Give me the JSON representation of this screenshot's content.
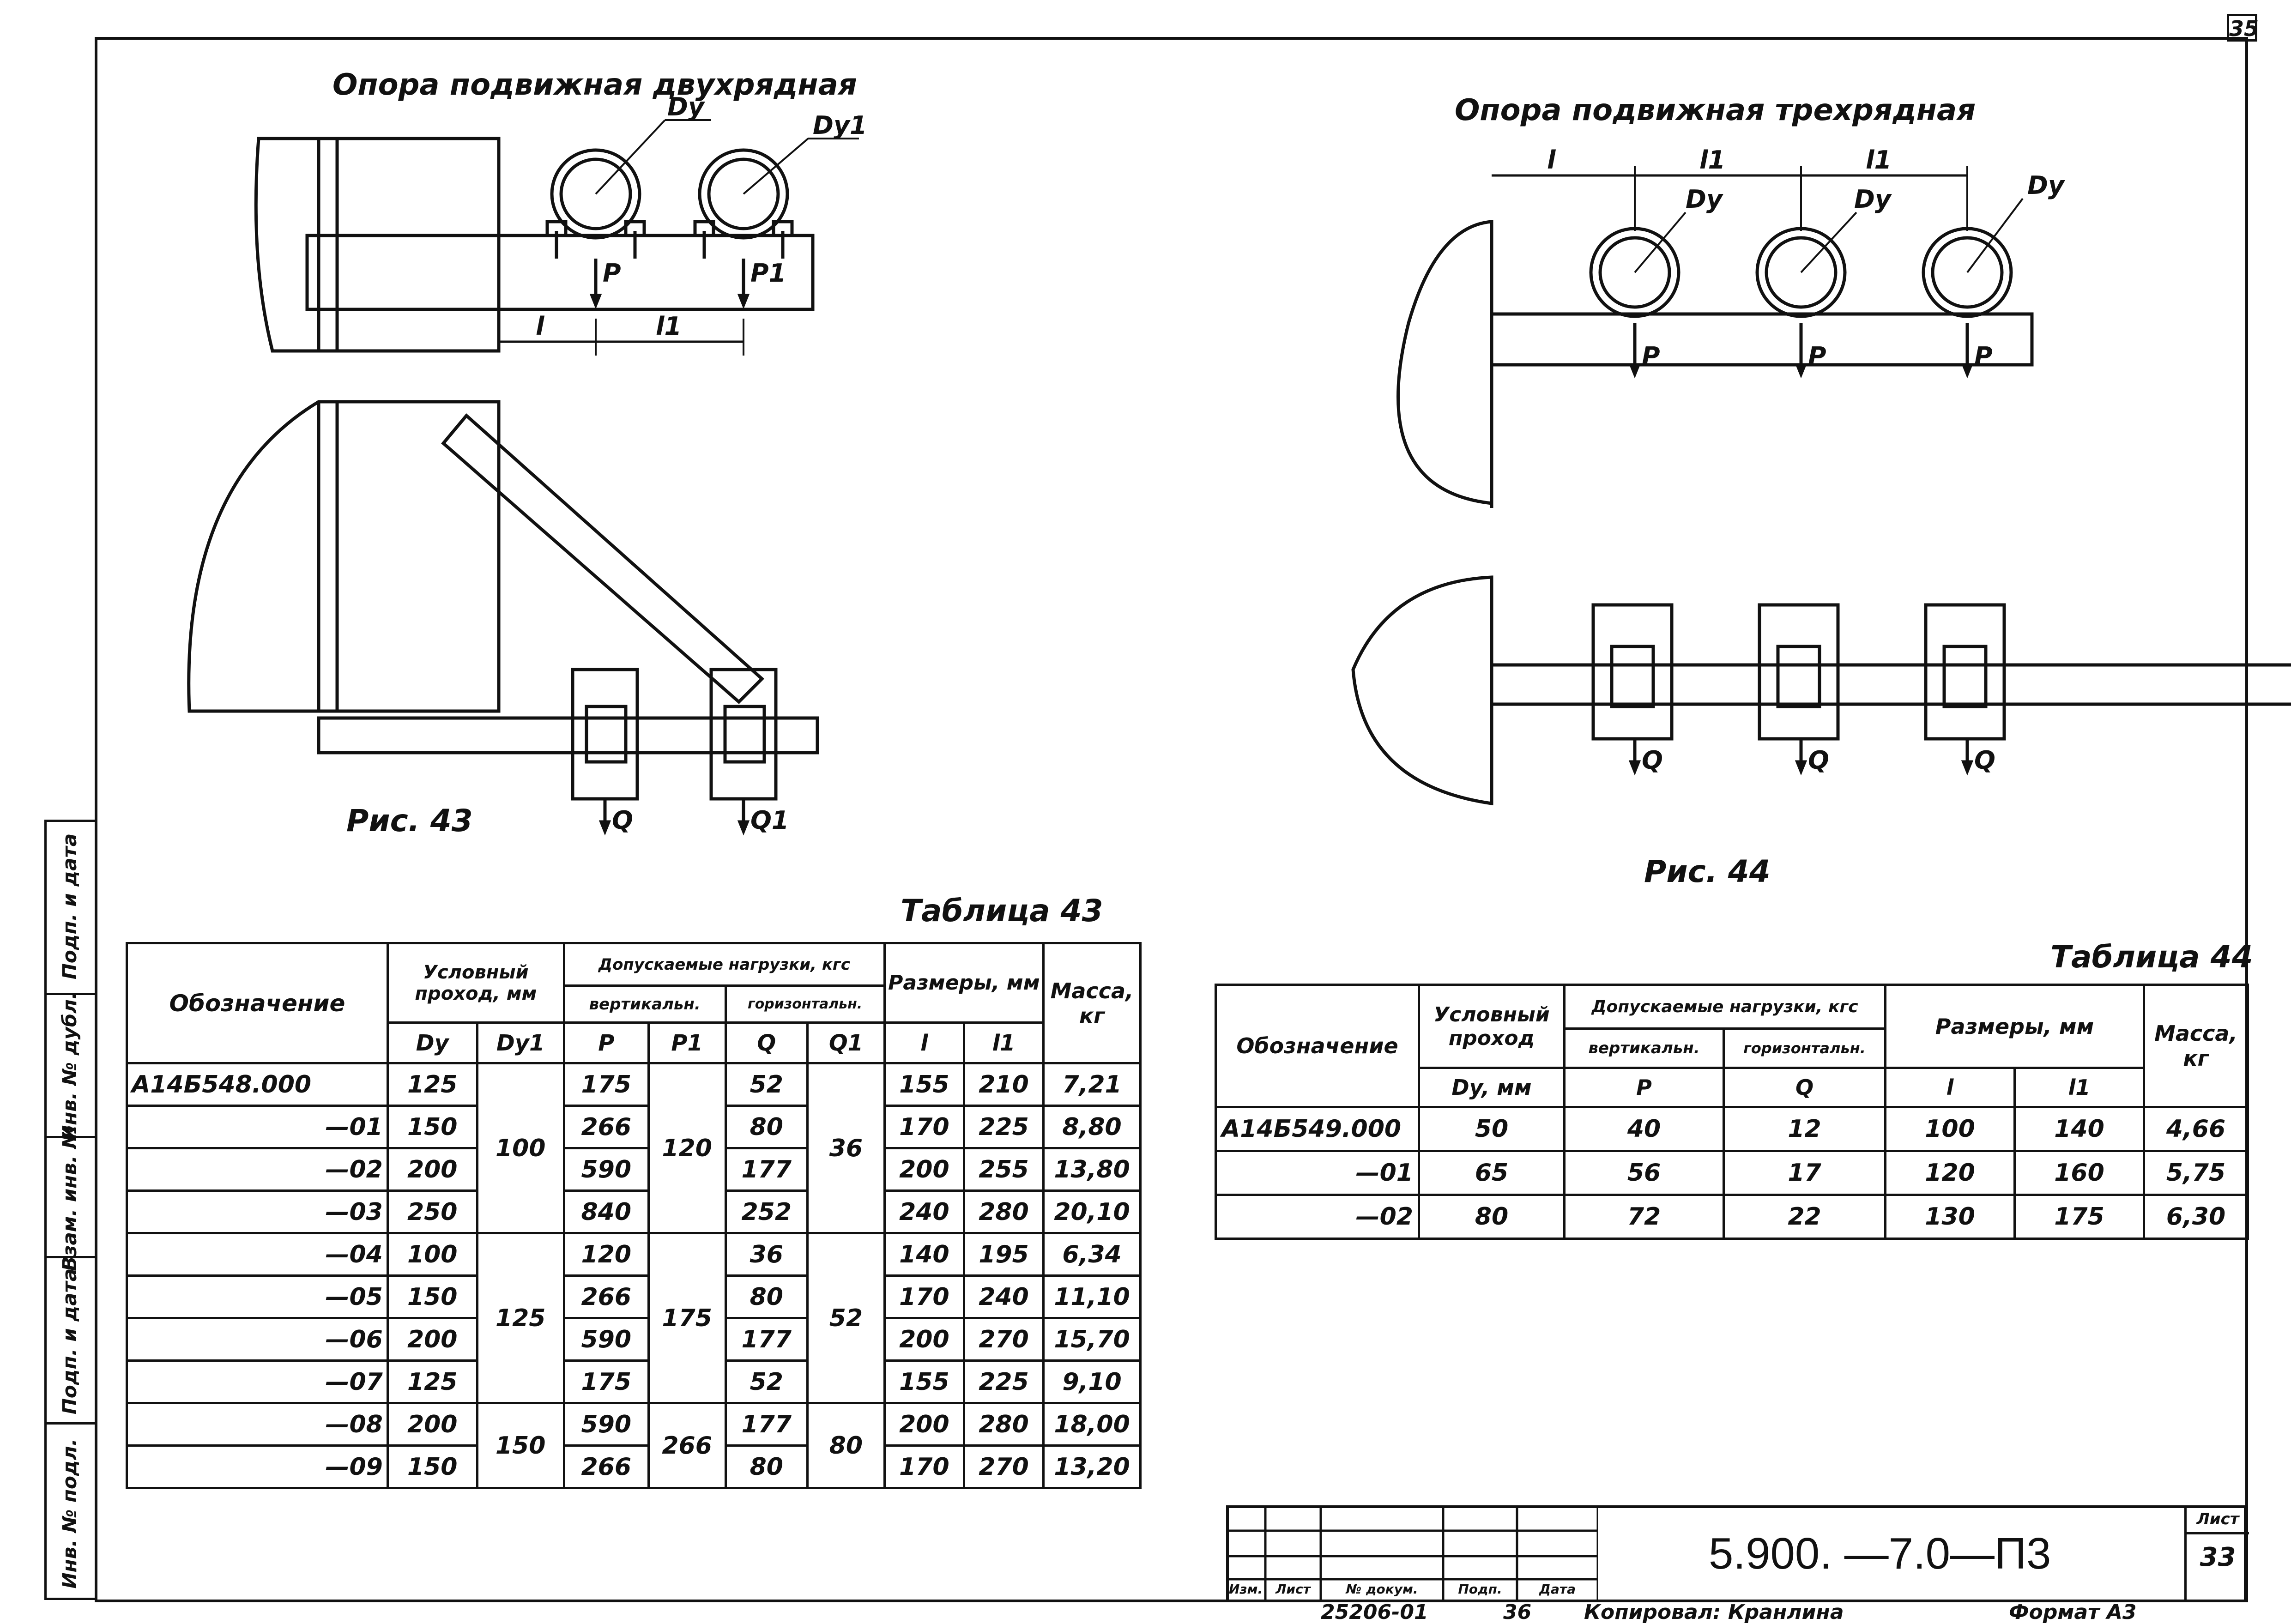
{
  "page_number": "35",
  "fig43": {
    "title": "Опора подвижная двухрядная",
    "caption": "Рис. 43",
    "labels": {
      "dy": "Dy",
      "dy1": "Dy1",
      "p": "P",
      "p1": "P1",
      "l": "l",
      "l1": "l1",
      "q": "Q",
      "q1": "Q1"
    }
  },
  "fig44": {
    "title": "Опора подвижная трехрядная",
    "caption": "Рис. 44",
    "labels": {
      "dy": "Dy",
      "p": "P",
      "l": "l",
      "l1": "l1",
      "q": "Q"
    }
  },
  "table43": {
    "caption": "Таблица 43",
    "headers": {
      "designation": "Обозначение",
      "nominal_bore": "Условный проход, мм",
      "loads": "Допускаемые нагрузки, кгс",
      "vertical": "вертикальн.",
      "horizontal": "горизонтальн.",
      "sizes": "Размеры, мм",
      "mass": "Масса, кг",
      "dy": "Dy",
      "dy1": "Dy1",
      "p": "P",
      "p1": "P1",
      "q": "Q",
      "q1": "Q1",
      "l": "l",
      "l1": "l1"
    },
    "rows": [
      {
        "code": "А14Б548.000",
        "dy": "125",
        "p": "175",
        "q": "52",
        "l": "155",
        "l1": "210",
        "mass": "7,21"
      },
      {
        "code": "—01",
        "dy": "150",
        "p": "266",
        "q": "80",
        "l": "170",
        "l1": "225",
        "mass": "8,80"
      },
      {
        "code": "—02",
        "dy": "200",
        "p": "590",
        "q": "177",
        "l": "200",
        "l1": "255",
        "mass": "13,80"
      },
      {
        "code": "—03",
        "dy": "250",
        "p": "840",
        "q": "252",
        "l": "240",
        "l1": "280",
        "mass": "20,10"
      },
      {
        "code": "—04",
        "dy": "100",
        "p": "120",
        "q": "36",
        "l": "140",
        "l1": "195",
        "mass": "6,34"
      },
      {
        "code": "—05",
        "dy": "150",
        "p": "266",
        "q": "80",
        "l": "170",
        "l1": "240",
        "mass": "11,10"
      },
      {
        "code": "—06",
        "dy": "200",
        "p": "590",
        "q": "177",
        "l": "200",
        "l1": "270",
        "mass": "15,70"
      },
      {
        "code": "—07",
        "dy": "125",
        "p": "175",
        "q": "52",
        "l": "155",
        "l1": "225",
        "mass": "9,10"
      },
      {
        "code": "—08",
        "dy": "200",
        "p": "590",
        "q": "177",
        "l": "200",
        "l1": "280",
        "mass": "18,00"
      },
      {
        "code": "—09",
        "dy": "150",
        "p": "266",
        "q": "80",
        "l": "170",
        "l1": "270",
        "mass": "13,20"
      }
    ],
    "groups": [
      {
        "dy1": "100",
        "p1": "120",
        "q1": "36"
      },
      {
        "dy1": "125",
        "p1": "175",
        "q1": "52"
      },
      {
        "dy1": "150",
        "p1": "266",
        "q1": "80"
      }
    ]
  },
  "table44": {
    "caption": "Таблица 44",
    "headers": {
      "designation": "Обозначение",
      "nominal_bore": "Условный проход",
      "dy_mm": "Dy, мм",
      "loads": "Допускаемые нагрузки, кгс",
      "vertical": "вертикальн.",
      "horizontal": "горизонтальн.",
      "sizes": "Размеры, мм",
      "mass": "Масса, кг",
      "p": "P",
      "q": "Q",
      "l": "l",
      "l1": "l1"
    },
    "rows": [
      {
        "code": "А14Б549.000",
        "dy": "50",
        "p": "40",
        "q": "12",
        "l": "100",
        "l1": "140",
        "mass": "4,66"
      },
      {
        "code": "—01",
        "dy": "65",
        "p": "56",
        "q": "17",
        "l": "120",
        "l1": "160",
        "mass": "5,75"
      },
      {
        "code": "—02",
        "dy": "80",
        "p": "72",
        "q": "22",
        "l": "130",
        "l1": "175",
        "mass": "6,30"
      }
    ]
  },
  "title_block": {
    "doc_code": "5.900. —7.0—П3",
    "sheet_label": "Лист",
    "sheet": "33",
    "cols": [
      "Изм.",
      "Лист",
      "№ докум.",
      "Подп.",
      "Дата"
    ]
  },
  "footer": {
    "ref": "25206-01",
    "num": "36",
    "copied": "Копировал: Кранлина",
    "format": "Формат А3"
  },
  "side_stamp": [
    "Инв. № подл.",
    "Подп. и дата",
    "Взам. инв. №",
    "Инв. № дубл.",
    "Подп. и дата"
  ]
}
